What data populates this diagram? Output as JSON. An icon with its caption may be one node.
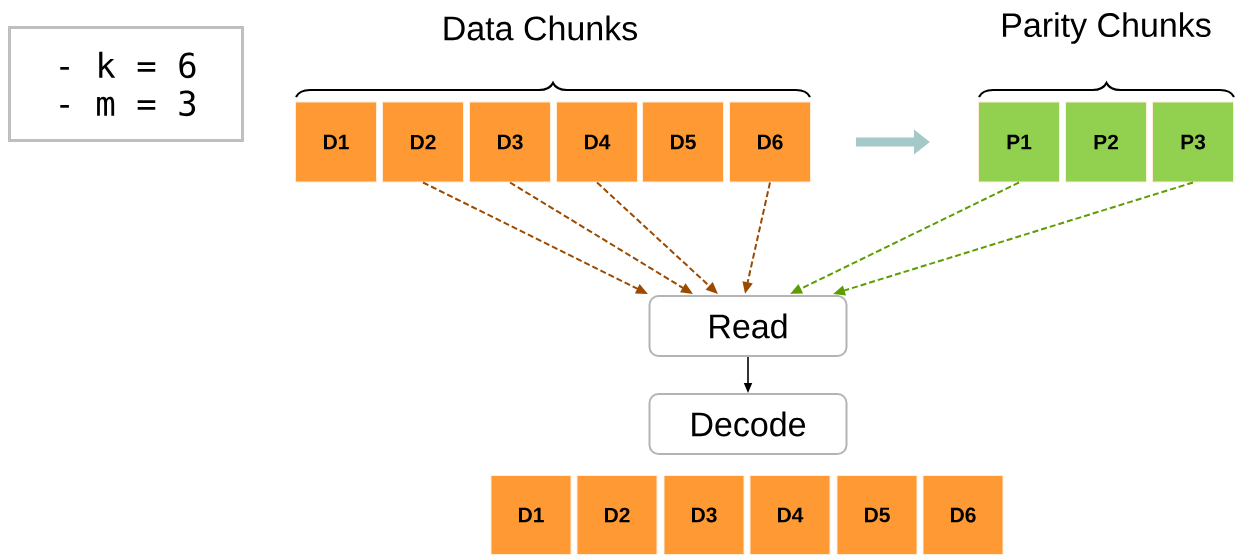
{
  "diagram": {
    "nodes": [
      {
        "text": [
          "- k = 6",
          "- m = 3"
        ]
      },
      {
        "text": [
          "D1"
        ]
      },
      {
        "text": [
          "D2"
        ]
      },
      {
        "text": [
          "D3"
        ]
      },
      {
        "text": [
          "D4"
        ]
      },
      {
        "text": [
          "D5"
        ]
      },
      {
        "text": [
          "D6"
        ]
      },
      {
        "text": [
          "P1"
        ]
      },
      {
        "text": [
          "P2"
        ]
      },
      {
        "text": [
          "P3"
        ]
      },
      {
        "text": [
          "Read"
        ]
      },
      {
        "text": [
          "Decode"
        ]
      },
      {
        "text": [
          "D1"
        ]
      },
      {
        "text": [
          "D2"
        ]
      },
      {
        "text": [
          "D3"
        ]
      },
      {
        "text": [
          "D4"
        ]
      },
      {
        "text": [
          "D5"
        ]
      },
      {
        "text": [
          "D6"
        ]
      }
    ],
    "edges": [
      {
        "from": 6,
        "to": 7,
        "arrow": "to",
        "style": "thick",
        "color": "#a5c8c8"
      },
      {
        "from": 2,
        "to": 10,
        "arrow": "to",
        "style": "dashed"
      },
      {
        "from": 3,
        "to": 10,
        "arrow": "to",
        "style": "dashed"
      },
      {
        "from": 4,
        "to": 10,
        "arrow": "to",
        "style": "dashed"
      },
      {
        "from": 6,
        "to": 10,
        "arrow": "to",
        "style": "dashed"
      },
      {
        "from": 7,
        "to": 10,
        "arrow": "to",
        "style": "dashed",
        "color": "#5e9c00"
      },
      {
        "from": 9,
        "to": 10,
        "arrow": "to",
        "style": "dashed",
        "color": "#5e9c00"
      },
      {
        "from": 10,
        "to": 11,
        "arrow": "to",
        "color": "#000000"
      }
    ],
    "labels": [
      "Data Chunks",
      "Parity Chunks"
    ]
  }
}
